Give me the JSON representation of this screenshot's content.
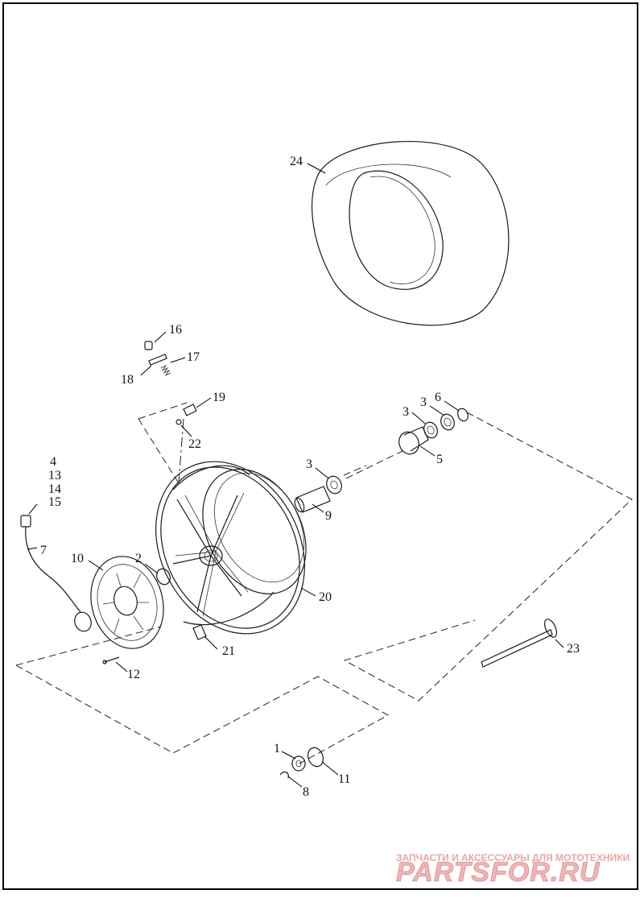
{
  "diagram": {
    "labels": {
      "l1": "1",
      "l2": "2",
      "l3a": "3",
      "l3b": "3",
      "l3c": "3",
      "l4": "4",
      "l5": "5",
      "l6": "6",
      "l7": "7",
      "l8": "8",
      "l9": "9",
      "l10": "10",
      "l11": "11",
      "l12": "12",
      "l13": "13",
      "l14": "14",
      "l15": "15",
      "l16": "16",
      "l17": "17",
      "l18": "18",
      "l19": "19",
      "l20": "20",
      "l21": "21",
      "l22": "22",
      "l23": "23",
      "l24": "24"
    }
  },
  "watermark": {
    "top_text": "ЗАПЧАСТИ И АКСЕССУАРЫ ДЛЯ МОТОТЕХНИКИ",
    "brand": "PARTSFOR.RU"
  }
}
